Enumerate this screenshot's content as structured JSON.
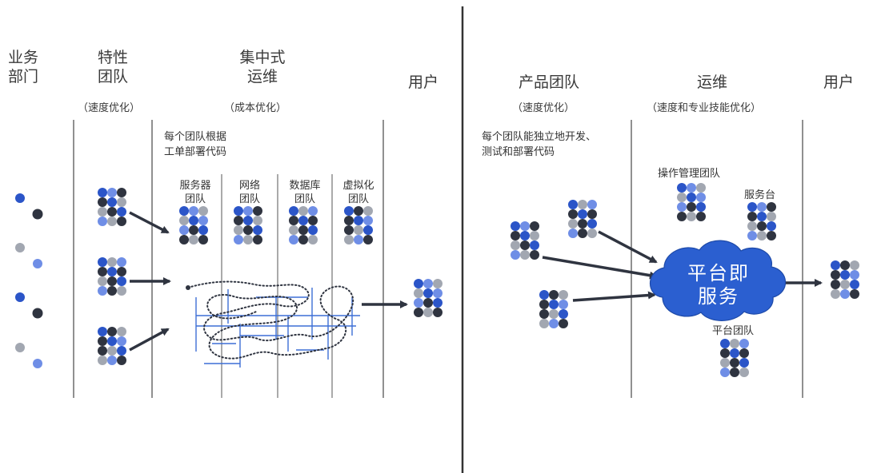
{
  "colors": {
    "blue": "#2b55c8",
    "light_blue": "#6f8ee6",
    "dark": "#2f3440",
    "gray": "#a2a7b1",
    "line": "#555555",
    "arrow": "#2f3440",
    "blueprint": "#3d6fd6",
    "cloud": "#2b5fd0"
  },
  "left": {
    "business_dept": [
      "业务",
      "部门"
    ],
    "feature_team": [
      "特性",
      "团队"
    ],
    "feature_team_goal": "（速度优化）",
    "central_ops": [
      "集中式",
      "运维"
    ],
    "central_ops_goal": "（成本优化）",
    "users": "用户",
    "ticket_note": [
      "每个团队根据",
      "工单部署代码"
    ],
    "ops_teams": [
      [
        "服务器",
        "团队"
      ],
      [
        "网络",
        "团队"
      ],
      [
        "数据库",
        "团队"
      ],
      [
        "虚拟化",
        "团队"
      ]
    ]
  },
  "right": {
    "product_team": "产品团队",
    "product_team_goal": "（速度优化）",
    "ops": "运维",
    "ops_goal": "（速度和专业技能优化）",
    "users": "用户",
    "independent_note": [
      "每个团队能独立地开发、",
      "测试和部署代码"
    ],
    "ops_mgmt_team": "操作管理团队",
    "service_desk": "服务台",
    "platform_service": [
      "平台即",
      "服务"
    ],
    "platform_team": "平台团队"
  }
}
